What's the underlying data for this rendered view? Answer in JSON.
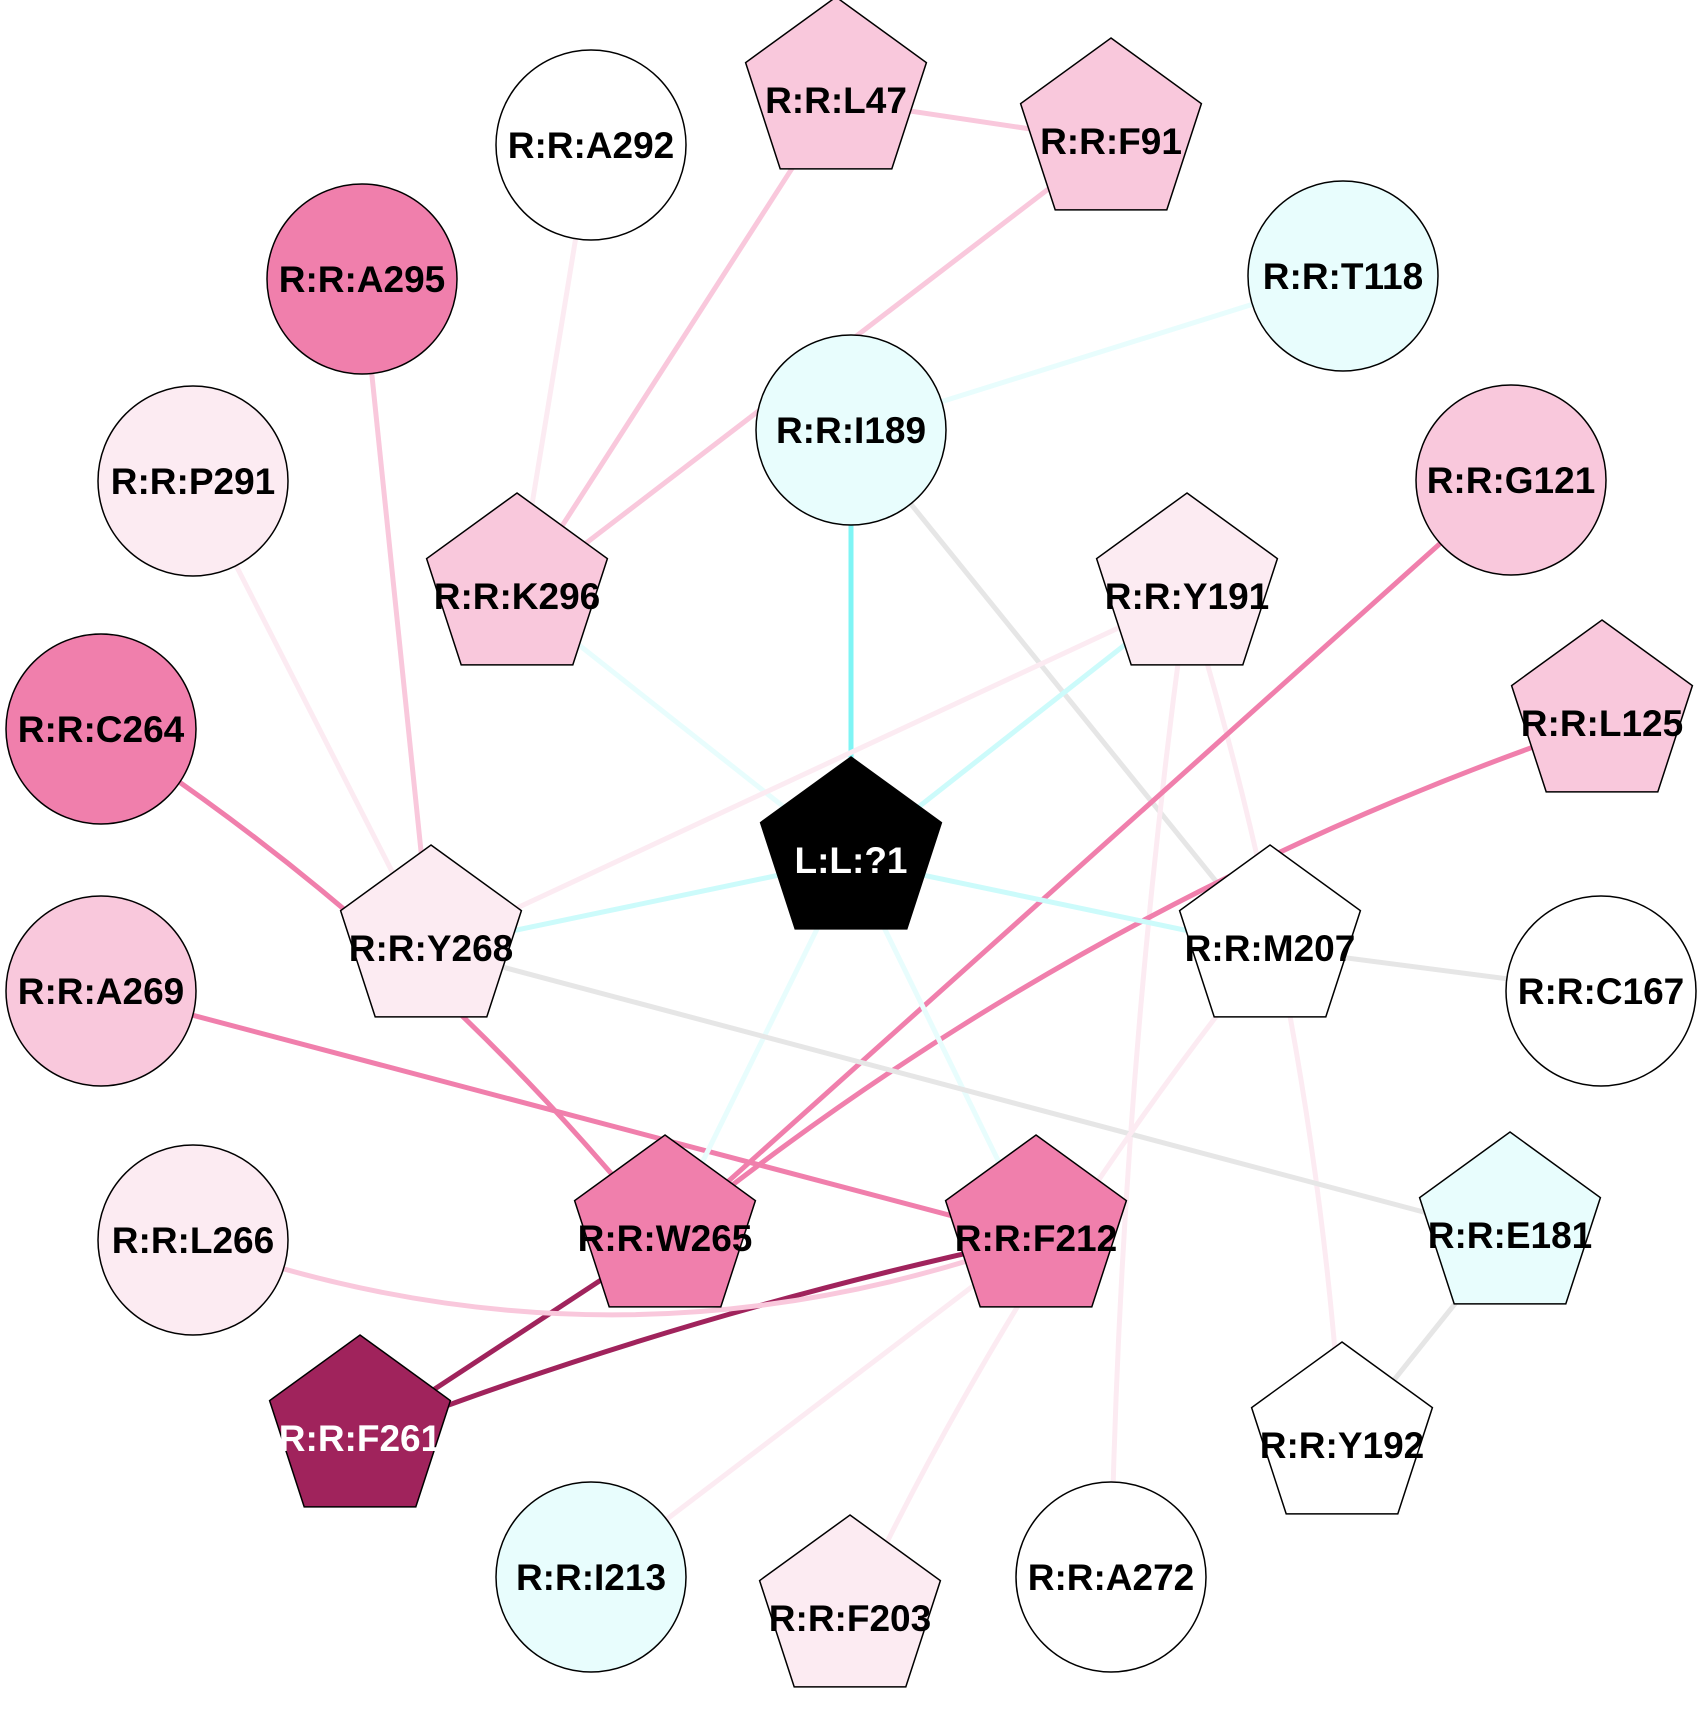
{
  "nodes": [
    {
      "id": "L:L:?1",
      "shape": "pentagon",
      "fill": "#000000",
      "text_color": "#ffffff"
    },
    {
      "id": "R:R:L47",
      "shape": "pentagon",
      "fill": "#f9c8dc",
      "text_color": "#000000"
    },
    {
      "id": "R:R:F91",
      "shape": "pentagon",
      "fill": "#f9c8dc",
      "text_color": "#000000"
    },
    {
      "id": "R:R:A292",
      "shape": "circle",
      "fill": "#ffffff",
      "text_color": "#000000"
    },
    {
      "id": "R:R:T118",
      "shape": "circle",
      "fill": "#e8fdfd",
      "text_color": "#000000"
    },
    {
      "id": "R:R:A295",
      "shape": "circle",
      "fill": "#f07fac",
      "text_color": "#000000"
    },
    {
      "id": "R:R:I189",
      "shape": "circle",
      "fill": "#e8fdfd",
      "text_color": "#000000"
    },
    {
      "id": "R:R:P291",
      "shape": "circle",
      "fill": "#fcebf2",
      "text_color": "#000000"
    },
    {
      "id": "R:R:G121",
      "shape": "circle",
      "fill": "#f9c8dc",
      "text_color": "#000000"
    },
    {
      "id": "R:R:K296",
      "shape": "pentagon",
      "fill": "#f9c8dc",
      "text_color": "#000000"
    },
    {
      "id": "R:R:Y191",
      "shape": "pentagon",
      "fill": "#fcebf2",
      "text_color": "#000000"
    },
    {
      "id": "R:R:C264",
      "shape": "circle",
      "fill": "#f07fac",
      "text_color": "#000000"
    },
    {
      "id": "R:R:L125",
      "shape": "pentagon",
      "fill": "#f9c8dc",
      "text_color": "#000000"
    },
    {
      "id": "R:R:Y268",
      "shape": "pentagon",
      "fill": "#fcebf2",
      "text_color": "#000000"
    },
    {
      "id": "R:R:M207",
      "shape": "pentagon",
      "fill": "#ffffff",
      "text_color": "#000000"
    },
    {
      "id": "R:R:A269",
      "shape": "circle",
      "fill": "#f9c8dc",
      "text_color": "#000000"
    },
    {
      "id": "R:R:C167",
      "shape": "circle",
      "fill": "#ffffff",
      "text_color": "#000000"
    },
    {
      "id": "R:R:W265",
      "shape": "pentagon",
      "fill": "#f07fac",
      "text_color": "#000000"
    },
    {
      "id": "R:R:F212",
      "shape": "pentagon",
      "fill": "#f07fac",
      "text_color": "#000000"
    },
    {
      "id": "R:R:L266",
      "shape": "circle",
      "fill": "#fcebf2",
      "text_color": "#000000"
    },
    {
      "id": "R:R:E181",
      "shape": "pentagon",
      "fill": "#e8fdfd",
      "text_color": "#000000"
    },
    {
      "id": "R:R:F261",
      "shape": "pentagon",
      "fill": "#a0235c",
      "text_color": "#ffffff"
    },
    {
      "id": "R:R:Y192",
      "shape": "pentagon",
      "fill": "#ffffff",
      "text_color": "#000000"
    },
    {
      "id": "R:R:I213",
      "shape": "circle",
      "fill": "#e8fdfd",
      "text_color": "#000000"
    },
    {
      "id": "R:R:F203",
      "shape": "pentagon",
      "fill": "#fcebf2",
      "text_color": "#000000"
    },
    {
      "id": "R:R:A272",
      "shape": "circle",
      "fill": "#ffffff",
      "text_color": "#000000"
    }
  ],
  "edges": [
    {
      "source": "R:R:L47",
      "target": "R:R:F91",
      "color": "#f9c8dc"
    },
    {
      "source": "R:R:L47",
      "target": "R:R:K296",
      "color": "#f9c8dc"
    },
    {
      "source": "R:R:F91",
      "target": "R:R:K296",
      "color": "#f9c8dc"
    },
    {
      "source": "R:R:A292",
      "target": "R:R:K296",
      "color": "#fcebf2"
    },
    {
      "source": "R:R:T118",
      "target": "R:R:I189",
      "color": "#e8fdfd"
    },
    {
      "source": "R:R:I189",
      "target": "L:L:?1",
      "color": "#7ff5f5"
    },
    {
      "source": "R:R:I189",
      "target": "R:R:M207",
      "color": "#e6e6e6"
    },
    {
      "source": "R:R:A295",
      "target": "R:R:Y268",
      "color": "#f9c8dc"
    },
    {
      "source": "R:R:P291",
      "target": "R:R:Y268",
      "color": "#fcebf2"
    },
    {
      "source": "R:R:K296",
      "target": "L:L:?1",
      "color": "#e8fdfd"
    },
    {
      "source": "R:R:Y191",
      "target": "L:L:?1",
      "color": "#ccfbfb"
    },
    {
      "source": "R:R:Y191",
      "target": "R:R:Y268",
      "color": "#fcebf2"
    },
    {
      "source": "R:R:Y191",
      "target": "R:R:A272",
      "color": "#fcebf2"
    },
    {
      "source": "R:R:Y191",
      "target": "R:R:Y192",
      "color": "#fcebf2"
    },
    {
      "source": "R:R:G121",
      "target": "R:R:W265",
      "color": "#f07fac"
    },
    {
      "source": "R:R:L125",
      "target": "R:R:W265",
      "color": "#f07fac"
    },
    {
      "source": "R:R:C264",
      "target": "R:R:W265",
      "color": "#f07fac"
    },
    {
      "source": "R:R:A269",
      "target": "R:R:F212",
      "color": "#f07fac"
    },
    {
      "source": "L:L:?1",
      "target": "R:R:Y268",
      "color": "#ccfbfb"
    },
    {
      "source": "L:L:?1",
      "target": "R:R:M207",
      "color": "#ccfbfb"
    },
    {
      "source": "L:L:?1",
      "target": "R:R:W265",
      "color": "#e8fdfd"
    },
    {
      "source": "L:L:?1",
      "target": "R:R:F212",
      "color": "#e8fdfd"
    },
    {
      "source": "R:R:Y268",
      "target": "R:R:E181",
      "color": "#e6e6e6"
    },
    {
      "source": "R:R:M207",
      "target": "R:R:C167",
      "color": "#e6e6e6"
    },
    {
      "source": "R:R:M207",
      "target": "R:R:F203",
      "color": "#fcebf2"
    },
    {
      "source": "R:R:E181",
      "target": "R:R:Y192",
      "color": "#e6e6e6"
    },
    {
      "source": "R:R:W265",
      "target": "R:R:F261",
      "color": "#a0235c"
    },
    {
      "source": "R:R:F212",
      "target": "R:R:F261",
      "color": "#a0235c"
    },
    {
      "source": "R:R:F212",
      "target": "R:R:L266",
      "color": "#f9c8dc"
    },
    {
      "source": "R:R:F212",
      "target": "R:R:I213",
      "color": "#fcebf2"
    }
  ]
}
